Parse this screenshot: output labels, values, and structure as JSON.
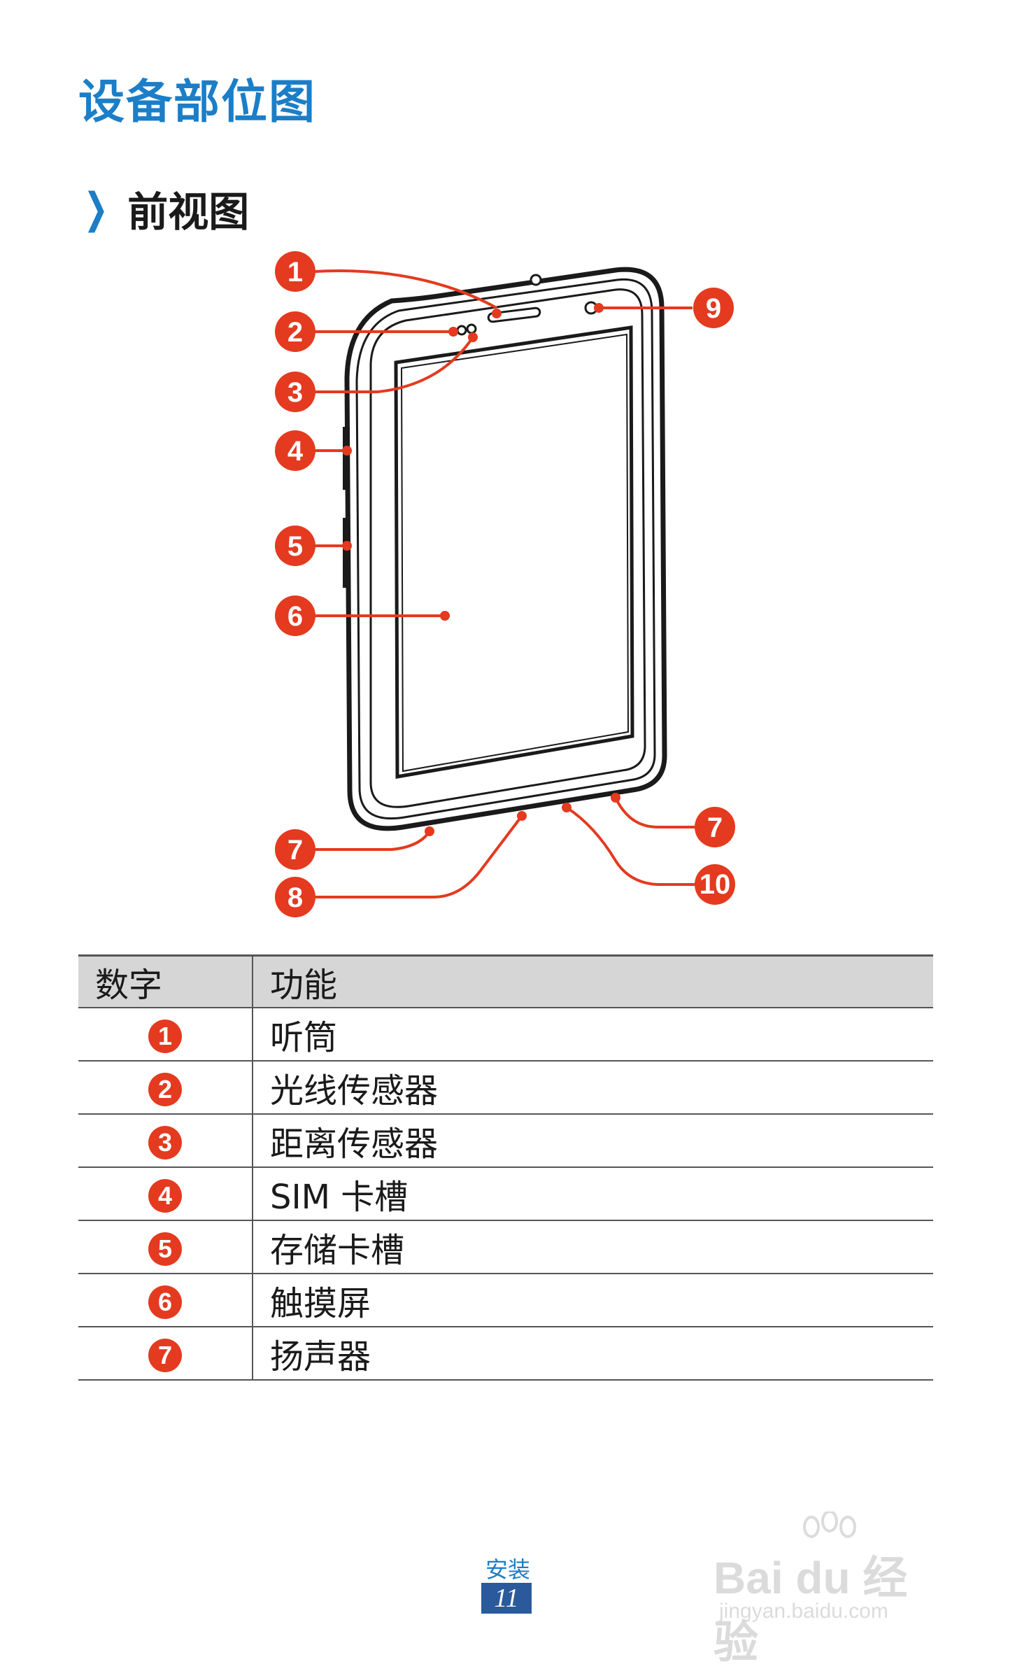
{
  "page": {
    "title": "设备部位图",
    "section_title": "前视图"
  },
  "diagram": {
    "callouts_left": [
      "1",
      "2",
      "3",
      "4",
      "5",
      "6",
      "7",
      "8"
    ],
    "callouts_right": [
      "9",
      "7",
      "10"
    ]
  },
  "table": {
    "headers": [
      "数字",
      "功能"
    ],
    "rows": [
      {
        "num": "1",
        "func": "听筒"
      },
      {
        "num": "2",
        "func": "光线传感器"
      },
      {
        "num": "3",
        "func": "距离传感器"
      },
      {
        "num": "4",
        "func": "SIM 卡槽"
      },
      {
        "num": "5",
        "func": "存储卡槽"
      },
      {
        "num": "6",
        "func": "触摸屏"
      },
      {
        "num": "7",
        "func": "扬声器"
      }
    ]
  },
  "footer": {
    "label": "安装",
    "page_number": "11"
  },
  "watermark": {
    "main": "Bai du 经验",
    "sub": "jingyan.baidu.com"
  },
  "colors": {
    "accent_blue": "#1b7ec7",
    "callout_red": "#e43a1f",
    "page_number_bg": "#2a5a9c"
  }
}
